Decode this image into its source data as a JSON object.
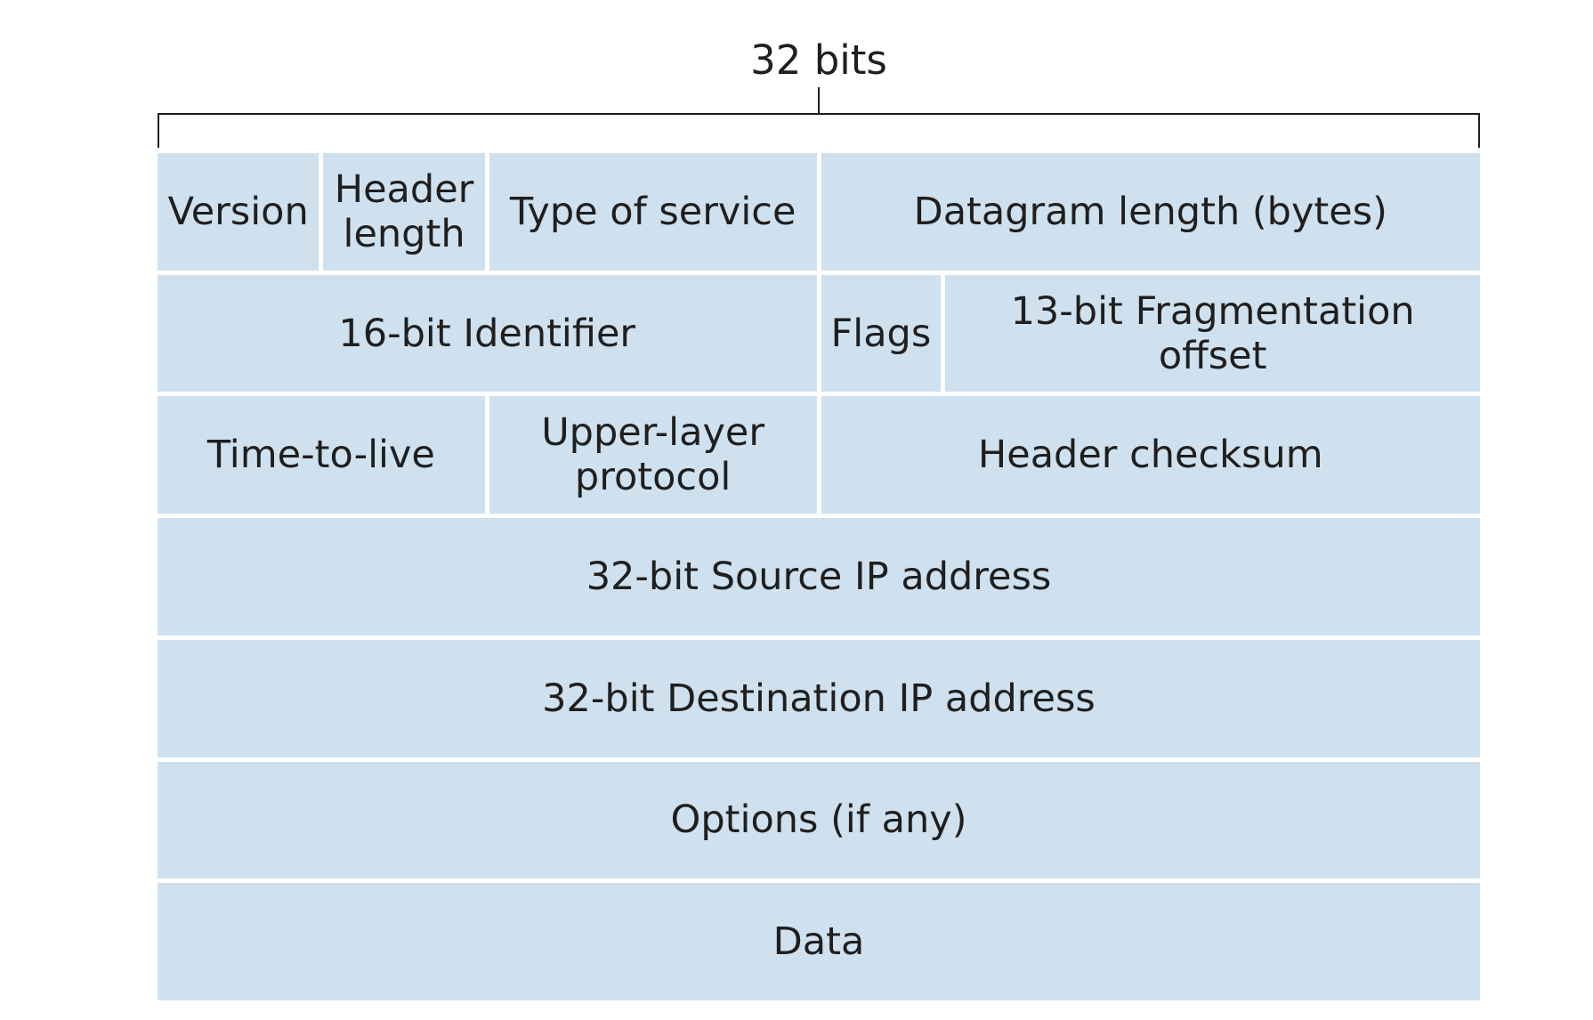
{
  "header": {
    "width_label": "32 bits"
  },
  "rows": [
    [
      {
        "label": "Version",
        "bits": 4
      },
      {
        "label": "Header length",
        "bits": 4
      },
      {
        "label": "Type of service",
        "bits": 8
      },
      {
        "label": "Datagram length (bytes)",
        "bits": 16
      }
    ],
    [
      {
        "label": "16-bit Identifier",
        "bits": 16
      },
      {
        "label": "Flags",
        "bits": 3
      },
      {
        "label": "13-bit Fragmentation offset",
        "bits": 13
      }
    ],
    [
      {
        "label": "Time-to-live",
        "bits": 8
      },
      {
        "label": "Upper-layer protocol",
        "bits": 8
      },
      {
        "label": "Header checksum",
        "bits": 16
      }
    ],
    [
      {
        "label": "32-bit Source IP address",
        "bits": 32
      }
    ],
    [
      {
        "label": "32-bit Destination IP address",
        "bits": 32
      }
    ],
    [
      {
        "label": "Options (if any)",
        "bits": 32
      }
    ],
    [
      {
        "label": "Data",
        "bits": 32
      }
    ]
  ]
}
